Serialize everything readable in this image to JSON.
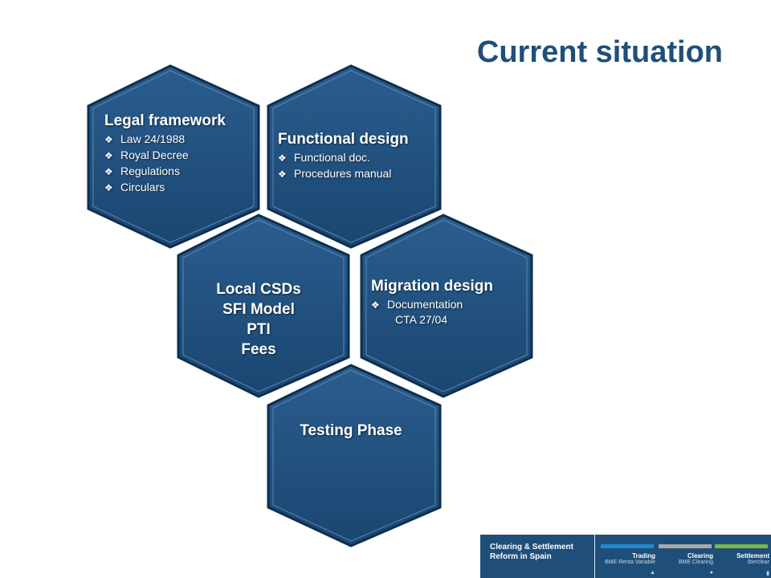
{
  "title": "Current situation",
  "colors": {
    "hex_fill": "#1f4e79",
    "hex_border": "#0d2e4f",
    "title": "#1f4e79",
    "footer_bg": "#1f4e79",
    "trading": "#1e88d0",
    "clearing": "#a8a8a8",
    "settlement": "#7ab648"
  },
  "hexes": {
    "legal": {
      "title": "Legal framework",
      "items": [
        "Law 24/1988",
        "Royal Decree",
        "Regulations",
        "Circulars"
      ]
    },
    "functional": {
      "title": "Functional design",
      "items": [
        "Functional doc.",
        "Procedures manual"
      ]
    },
    "local": {
      "lines": [
        "Local CSDs",
        "SFI Model",
        "PTI",
        "Fees"
      ]
    },
    "migration": {
      "title": "Migration design",
      "item": "Documentation",
      "item_cont": "CTA 27/04"
    },
    "testing": {
      "title": "Testing Phase"
    }
  },
  "bullet_glyph": "❖",
  "footer": {
    "title_line1": "Clearing & Settlement",
    "title_line2": "Reform in Spain",
    "columns": [
      {
        "label": "Trading",
        "sub": "BME Renta Variable",
        "mark": "▲"
      },
      {
        "label": "Clearing",
        "sub": "BME Clearing",
        "mark": "●"
      },
      {
        "label": "Settlement",
        "sub": "Iberclear",
        "mark": "▮"
      }
    ]
  }
}
